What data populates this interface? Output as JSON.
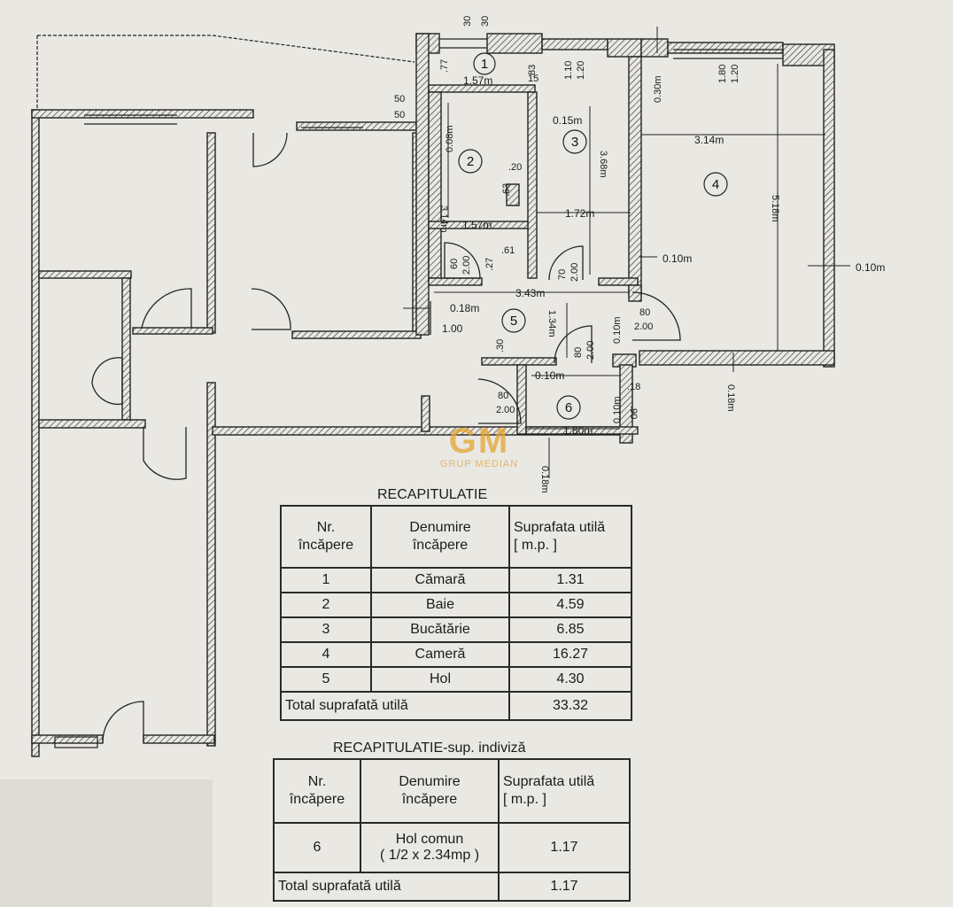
{
  "plan": {
    "rooms": [
      "1",
      "2",
      "3",
      "4",
      "5",
      "6"
    ],
    "dimensions": {
      "d_30a": "30",
      "d_30b": "30",
      "d_77": ".77",
      "d_83": ".83",
      "d_15": "15",
      "d_110": "1.10",
      "d_120a": "1.20",
      "d_030m": "0.30m",
      "d_180": "1.80",
      "d_120b": "1.20",
      "d_157a": "1.57m",
      "d_50a": "50",
      "d_50b": "50",
      "d_008": "0.08m",
      "d_015m": "0.15m",
      "d_314v": "3.14m",
      "d_314h": "3.14m",
      "d_368": "3.68m",
      "d_518": "5.18m",
      "d_20": ".20",
      "d_63": ".63",
      "d_157b": "1.57m",
      "d_172": "1.72m",
      "d_61": ".61",
      "d_60": "60",
      "d_200a": "2.00",
      "d_27": ".27",
      "d_70": "70",
      "d_200b": "2.00",
      "d_010m_a": "0.10m",
      "d_010m_b": "0.10m",
      "d_343": "3.43m",
      "d_018m_a": "0.18m",
      "d_100": "1.00",
      "d_134": "1.34m",
      "d_010m_c": "0.10m",
      "d_80a": "80",
      "d_200c": "2.00",
      "d_30c": ".30",
      "d_80b": "80",
      "d_200d": "2.00",
      "d_010m_d": "0.10m",
      "d_018": ".18",
      "d_018m_b": "0.18m",
      "d_80c": "80",
      "d_200e": "2.00",
      "d_010m_e": "0.10m",
      "d_90": ".90",
      "d_180m": "1.80m",
      "d_018m_c": "0.18m"
    }
  },
  "watermark": {
    "logo": "GM",
    "sub": "GRUP MEDIAN"
  },
  "recap1": {
    "title": "RECAPITULATIE",
    "headers": [
      "Nr.\nîncăpere",
      "Denumire\nîncăpere",
      "Suprafata utilă\n[ m.p. ]"
    ],
    "h1a": "Nr.",
    "h1b": "încăpere",
    "h2a": "Denumire",
    "h2b": "încăpere",
    "h3a": "Suprafata utilă",
    "h3b": "[ m.p. ]",
    "rows": [
      {
        "nr": "1",
        "name": "Cămară",
        "area": "1.31"
      },
      {
        "nr": "2",
        "name": "Baie",
        "area": "4.59"
      },
      {
        "nr": "3",
        "name": "Bucătărie",
        "area": "6.85"
      },
      {
        "nr": "4",
        "name": "Cameră",
        "area": "16.27"
      },
      {
        "nr": "5",
        "name": "Hol",
        "area": "4.30"
      }
    ],
    "total_label": "Total suprafată utilă",
    "total_value": "33.32"
  },
  "recap2": {
    "title": "RECAPITULATIE-sup. indiviză",
    "h1a": "Nr.",
    "h1b": "încăpere",
    "h2a": "Denumire",
    "h2b": "încăpere",
    "h3a": "Suprafata utilă",
    "h3b": "[ m.p. ]",
    "row": {
      "nr": "6",
      "name_a": "Hol comun",
      "name_b": "( 1/2 x 2.34mp )",
      "area": "1.17"
    },
    "total_label": "Total suprafată utilă",
    "total_value": "1.17"
  }
}
